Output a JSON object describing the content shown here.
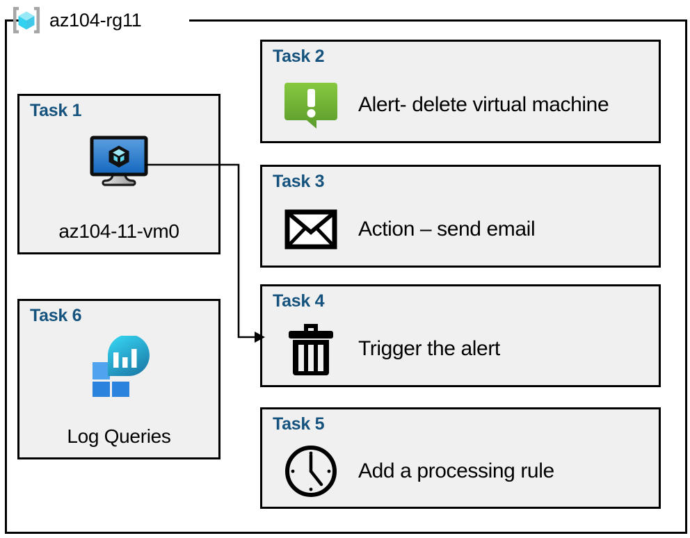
{
  "resource_group": {
    "label": "az104-rg11",
    "icon": "resource-group-icon"
  },
  "colors": {
    "task_title": "#15537E",
    "box_fill": "#F0F0F0",
    "box_border": "#000000",
    "alert_green_light": "#7CC242",
    "alert_green_dark": "#5A9A2C",
    "vm_blue_light": "#5C9FE0",
    "vm_blue_dark": "#1367BF",
    "vm_cube_cyan": "#9FE8F5",
    "log_square_light": "#4FA3EF",
    "log_square_dark": "#2B83DE",
    "log_blob_top": "#32CBE8",
    "log_blob_bottom": "#1E7BA8",
    "rg_icon_cube_top": "#98E9F7",
    "rg_icon_cube_left": "#32D2F0",
    "rg_icon_cube_right": "#3FC8E8",
    "rg_icon_bracket": "#A6A6A6",
    "connector": "#000000"
  },
  "tasks": [
    {
      "id": "task1",
      "title": "Task 1",
      "caption": "az104-11-vm0",
      "icon": "virtual-machine-icon",
      "column": "left"
    },
    {
      "id": "task2",
      "title": "Task 2",
      "caption": "Alert- delete virtual machine",
      "icon": "alert-exclamation-icon",
      "column": "right"
    },
    {
      "id": "task3",
      "title": "Task 3",
      "caption": "Action – send email",
      "icon": "envelope-icon",
      "column": "right"
    },
    {
      "id": "task4",
      "title": "Task 4",
      "caption": "Trigger the alert",
      "icon": "trash-can-icon",
      "column": "right"
    },
    {
      "id": "task5",
      "title": "Task 5",
      "caption": "Add a processing rule",
      "icon": "clock-icon",
      "column": "right"
    },
    {
      "id": "task6",
      "title": "Task 6",
      "caption": "Log Queries",
      "icon": "log-analytics-icon",
      "column": "left"
    }
  ],
  "connector": {
    "from": "virtual-machine-icon",
    "to": "task4",
    "arrow": "arrowhead-right"
  }
}
